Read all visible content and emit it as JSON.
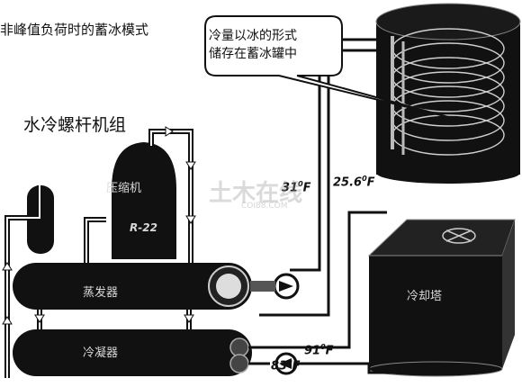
{
  "title": "非峰值负荷时的蓄冰模式",
  "unit_label": "水冷螺杆机组",
  "callout": {
    "line1": "冷量以冰的形式",
    "line2": "储存在蓄冰罐中"
  },
  "compressor": {
    "label": "压缩机",
    "refrigerant": "R-22"
  },
  "evaporator": {
    "label": "蒸发器"
  },
  "condenser": {
    "label": "冷凝器"
  },
  "cooling_tower": {
    "label": "冷却塔"
  },
  "temperatures": {
    "glycol_supply": "31",
    "glycol_return": "25.6",
    "condenser_leaving": "91",
    "condenser_entering": "83",
    "unit": "F",
    "degree": "0"
  },
  "watermark": {
    "main": "土木在线",
    "sub": "COI88.COM"
  }
}
